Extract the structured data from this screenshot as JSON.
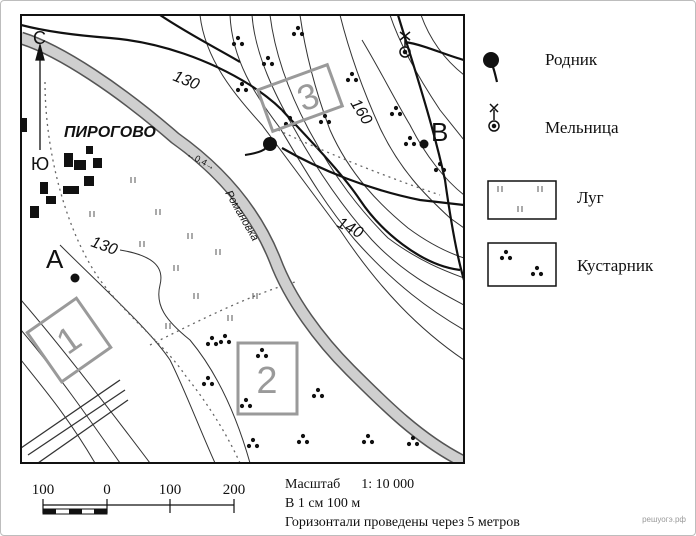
{
  "map": {
    "village_name": "ПИРОГОВО",
    "river_name": "Романовка",
    "river_slope": "←0,4→",
    "compass_north": "С",
    "compass_south": "Ю",
    "contour_labels": [
      "130",
      "130",
      "140",
      "160"
    ],
    "points": [
      "A",
      "B"
    ],
    "zones": [
      "1",
      "2",
      "3"
    ]
  },
  "legend": {
    "items": [
      {
        "icon": "spring-icon",
        "label": "Родник"
      },
      {
        "icon": "windmill-icon",
        "label": "Мельница"
      },
      {
        "icon": "meadow-icon",
        "label": "Луг"
      },
      {
        "icon": "shrub-icon",
        "label": "Кустарник"
      }
    ]
  },
  "scale": {
    "ticks": [
      "100",
      "0",
      "100",
      "200"
    ],
    "lines": [
      "Масштаб      1: 10 000",
      "В 1 см 100 м",
      "Горизонтали проведены через 5 метров"
    ]
  },
  "watermark": "решуогэ.рф"
}
